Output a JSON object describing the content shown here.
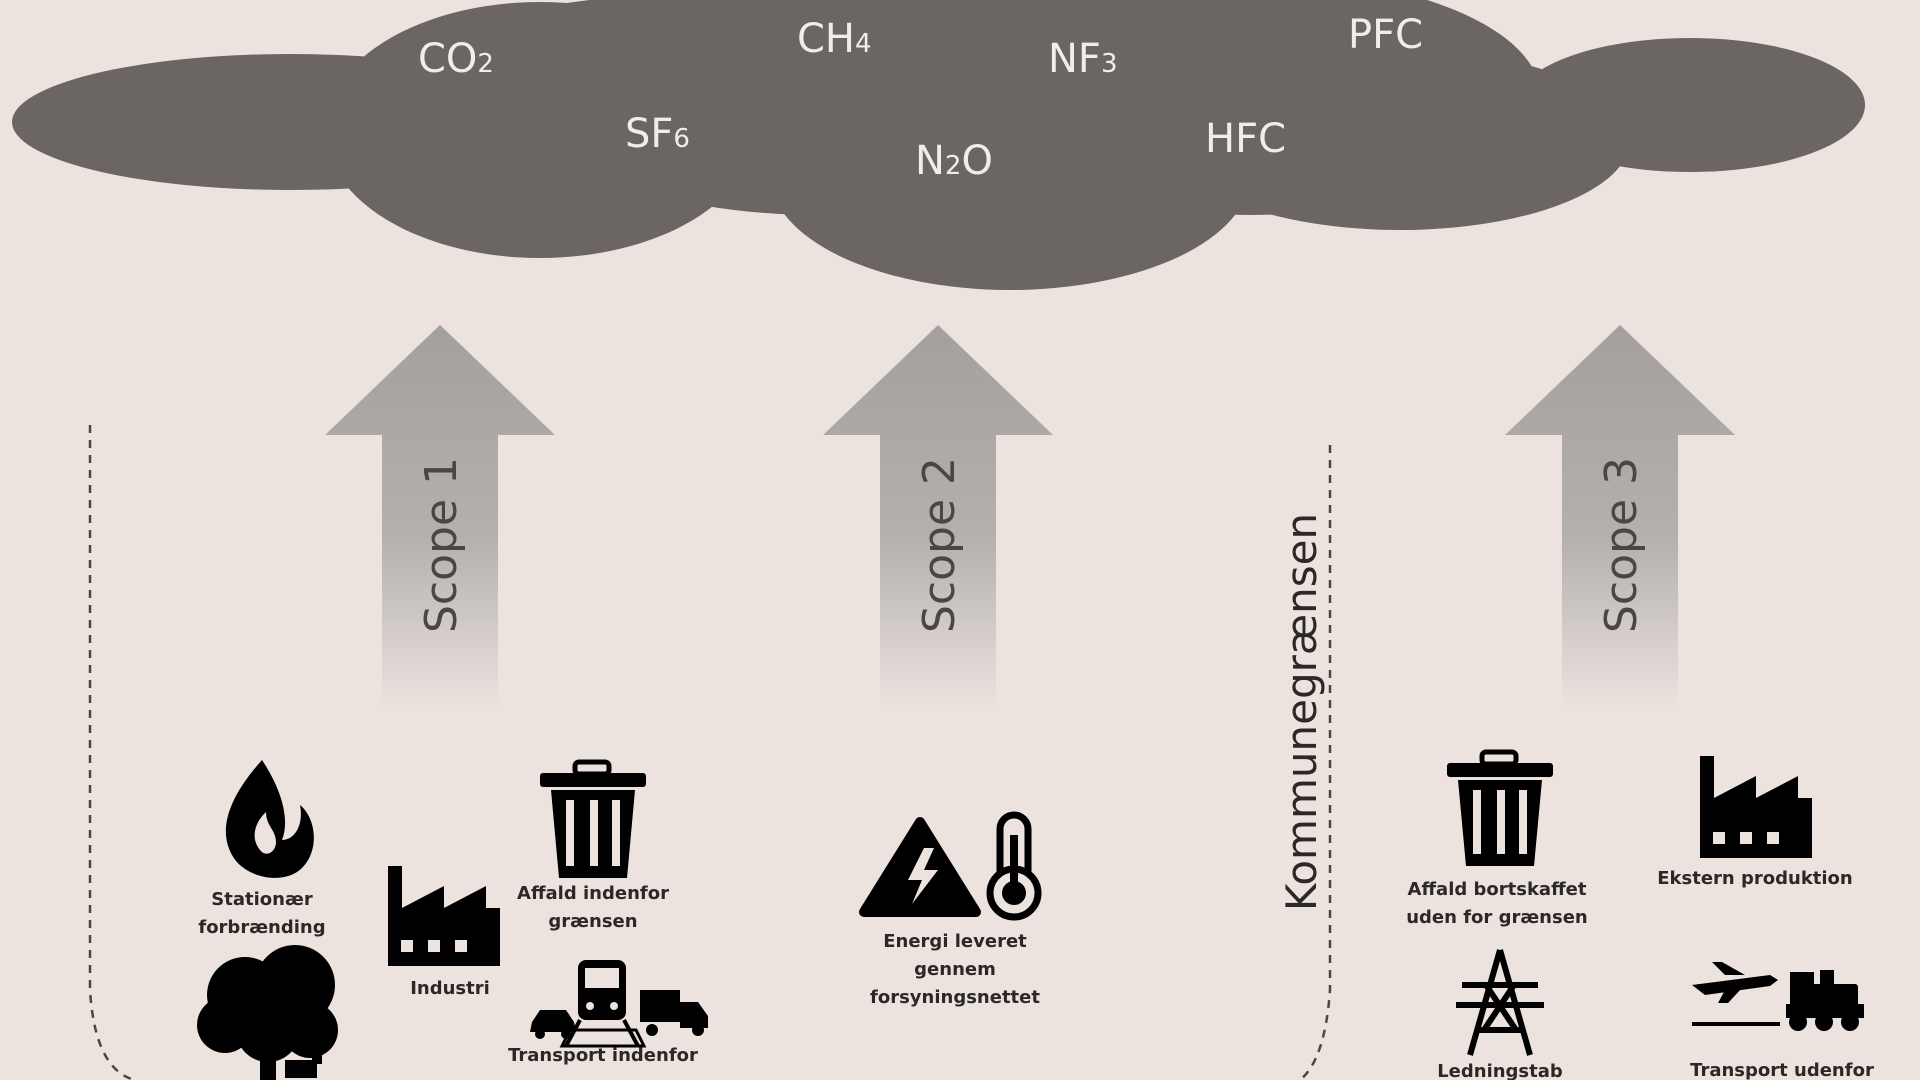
{
  "colors": {
    "background": "#ece3df",
    "cloud": "#6b6563",
    "gas_text": "#f2ecea",
    "arrow_top": "#a3a09e",
    "icon": "#000000",
    "boundary_line": "#4a4645"
  },
  "gases": [
    {
      "base": "CO",
      "sub": "2"
    },
    {
      "base": "CH",
      "sub": "4"
    },
    {
      "base": "NF",
      "sub": "3"
    },
    {
      "base": "PFC",
      "sub": ""
    },
    {
      "base": "SF",
      "sub": "6"
    },
    {
      "base": "N",
      "sub": "2",
      "tail": "O"
    },
    {
      "base": "HFC",
      "sub": ""
    }
  ],
  "scopes": [
    {
      "label": "Scope 1"
    },
    {
      "label": "Scope 2"
    },
    {
      "label": "Scope 3"
    }
  ],
  "boundary": {
    "label": "Kommunegrænsen"
  },
  "icons": {
    "scope1": {
      "flame": {
        "icon": "flame-icon",
        "caption": [
          "Stationær",
          "forbrænding"
        ]
      },
      "factory": {
        "icon": "factory-icon",
        "caption": [
          "Industri"
        ]
      },
      "trash": {
        "icon": "trash-icon",
        "caption": [
          "Affald indenfor",
          "grænsen"
        ]
      },
      "tree": {
        "icon": "tree-icon"
      },
      "transport": {
        "icon": "transport-icon",
        "caption": [
          "Transport indenfor"
        ]
      }
    },
    "scope2": {
      "energy": {
        "icon": "lightning-warning-icon",
        "icon2": "thermometer-icon",
        "caption": [
          "Energi leveret",
          "gennem",
          "forsyningsnettet"
        ]
      }
    },
    "scope3": {
      "trash": {
        "icon": "trash-icon",
        "caption": [
          "Affald bortskaffet",
          "uden for grænsen"
        ]
      },
      "factory": {
        "icon": "factory-icon",
        "caption": [
          "Ekstern produktion"
        ]
      },
      "pylon": {
        "icon": "power-pylon-icon",
        "caption": [
          "Ledningstab"
        ]
      },
      "transport": {
        "icon": "plane-train-icon",
        "caption": [
          "Transport udenfor"
        ]
      }
    }
  }
}
